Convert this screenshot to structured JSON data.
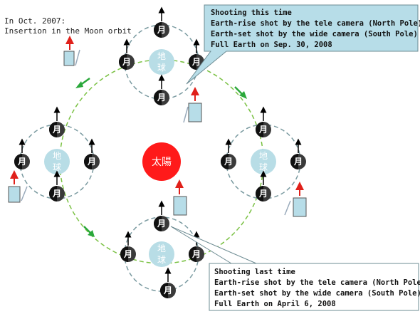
{
  "caption": {
    "line1": "In Oct. 2007:",
    "line2": "Insertion in the Moon orbit"
  },
  "sun": {
    "label": "太陽",
    "color": "#ff1a1a"
  },
  "earth": {
    "label_top": "地",
    "label_bottom": "球",
    "color": "#b8dde6"
  },
  "moon": {
    "label": "月",
    "color": "#3a3a3a"
  },
  "callout_top": {
    "lines": [
      "Shooting this time",
      "Earth-rise shot by the tele camera (North Pole)",
      "Earth-set shot by the wide camera (South Pole)",
      "Full Earth on Sep. 30, 2008"
    ],
    "fill": "#b7dde8"
  },
  "callout_bottom": {
    "lines": [
      "Shooting last time",
      "Earth-rise shot by the tele camera (North Pole)",
      "Earth-set shot by the wide camera (South Pole)",
      "Full Earth on April 6, 2008"
    ],
    "fill": "#ffffff"
  },
  "colors": {
    "orbit_sun": "#7ac143",
    "orbit_moon": "#7a9aa0",
    "arrow_red": "#e0201a",
    "direction_arrow": "#2aa83a"
  }
}
